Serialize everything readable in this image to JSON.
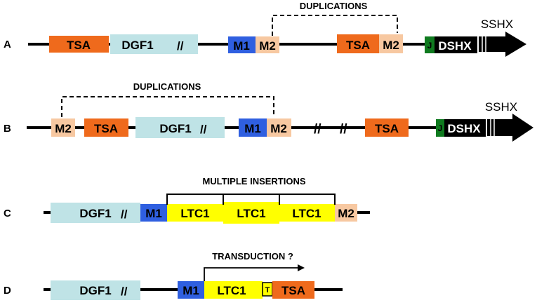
{
  "colors": {
    "tsa": "#ef6a1c",
    "dgf1": "#bfe3e6",
    "m1": "#2f5fe0",
    "m2": "#f7c8a1",
    "j": "#0f7a1f",
    "dshx": "#000000",
    "ltc1": "#ffff00",
    "line": "#000000"
  },
  "rows": {
    "a": {
      "label": "A",
      "duplication_label": "DUPLICATIONS",
      "tsa_1": "TSA",
      "dgf1": "DGF1",
      "dgf1_break": "//",
      "m1": "M1",
      "m2_1": "M2",
      "tsa_2": "TSA",
      "m2_2": "M2",
      "j": "J",
      "dshx": "DSHX",
      "sshx": "SSHX"
    },
    "b": {
      "label": "B",
      "duplication_label": "DUPLICATIONS",
      "m2_1": "M2",
      "tsa_1": "TSA",
      "dgf1": "DGF1",
      "dgf1_break": "//",
      "m1": "M1",
      "m2_2": "M2",
      "break_1": "//",
      "break_2": "//",
      "tsa_2": "TSA",
      "j": "J",
      "dshx": "DSHX",
      "sshx": "SSHX"
    },
    "c": {
      "label": "C",
      "insertion_label": "MULTIPLE INSERTIONS",
      "dgf1": "DGF1",
      "dgf1_break": "//",
      "m1": "M1",
      "ltc1_1": "LTC1",
      "ltc1_2": "LTC1",
      "ltc1_3": "LTC1",
      "m2": "M2"
    },
    "d": {
      "label": "D",
      "transduction_label": "TRANSDUCTION ?",
      "dgf1": "DGF1",
      "dgf1_break": "//",
      "m1": "M1",
      "ltc1": "LTC1",
      "t": "T",
      "tsa": "TSA"
    }
  }
}
